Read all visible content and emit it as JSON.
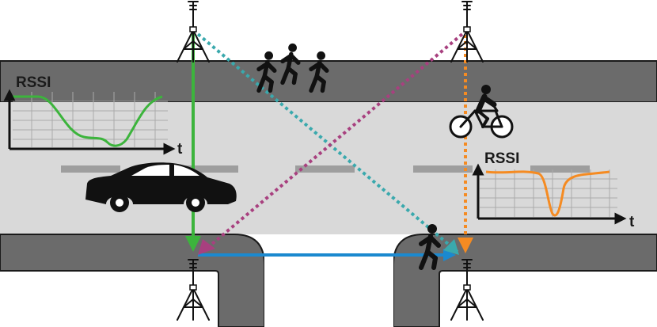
{
  "colors": {
    "sidewalk": "#6b6b6b",
    "road": "#d9d9d9",
    "lane_marking": "#9e9e9e",
    "green_link": "#3cb43c",
    "teal_link": "#3aa9ad",
    "magenta_link": "#a8407f",
    "orange_link": "#f58b22",
    "blue_link": "#1b89cf",
    "ink": "#111111"
  },
  "graphs": {
    "left": {
      "ylabel": "RSSI",
      "xlabel": "t"
    },
    "right": {
      "ylabel": "RSSI",
      "xlabel": "t"
    }
  },
  "icons": [
    "tripod-antenna-icon",
    "pedestrian-group-icon",
    "cyclist-icon",
    "car-icon",
    "pedestrian-icon"
  ]
}
